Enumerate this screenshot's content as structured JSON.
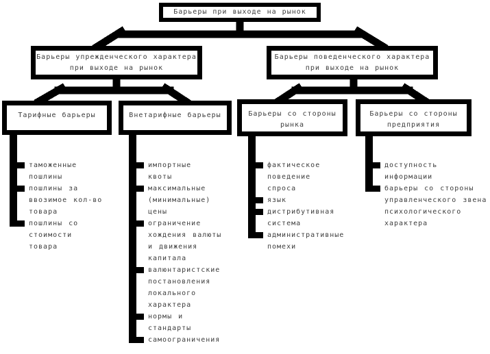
{
  "diagram": {
    "root": {
      "label": "Барьеры при выходе на рынок"
    },
    "branches": [
      {
        "label": "Барьеры упрежденческого характера\nпри выходе на рынок"
      },
      {
        "label": "Барьеры поведенческого характера\nпри выходе на рынок"
      }
    ],
    "groups": [
      {
        "label": "Тарифные барьеры",
        "items": [
          "таможенные\nпошлины",
          "пошлины за\nввозимое кол-во\nтовара",
          "пошлины со\nстоимости\nтовара"
        ]
      },
      {
        "label": "Внетарифные барьеры",
        "items": [
          "импортные\nквоты",
          "максимальные\n(минимальные)\nцены",
          "ограничение\nхождения валюты\nи движения\nкапитала",
          "валюнтаристские\nпостановления\nлокального\nхарактера",
          "нормы и\nстандарты",
          "самоограничения"
        ]
      },
      {
        "label": "Барьеры со стороны\nрынка",
        "items": [
          "фактическое\nповедение\nспроса",
          "язык",
          "дистрибутивная\nсистема",
          "административные\nпомехи"
        ]
      },
      {
        "label": "Барьеры со стороны\nпредприятия",
        "items": [
          "доступность\nинформации",
          "барьеры со стороны\nуправленческого звена\nпсихологического\nхарактера"
        ]
      }
    ]
  },
  "colors": {
    "line": "#000000",
    "text": "#3c3c3c",
    "background": "#ffffff"
  }
}
